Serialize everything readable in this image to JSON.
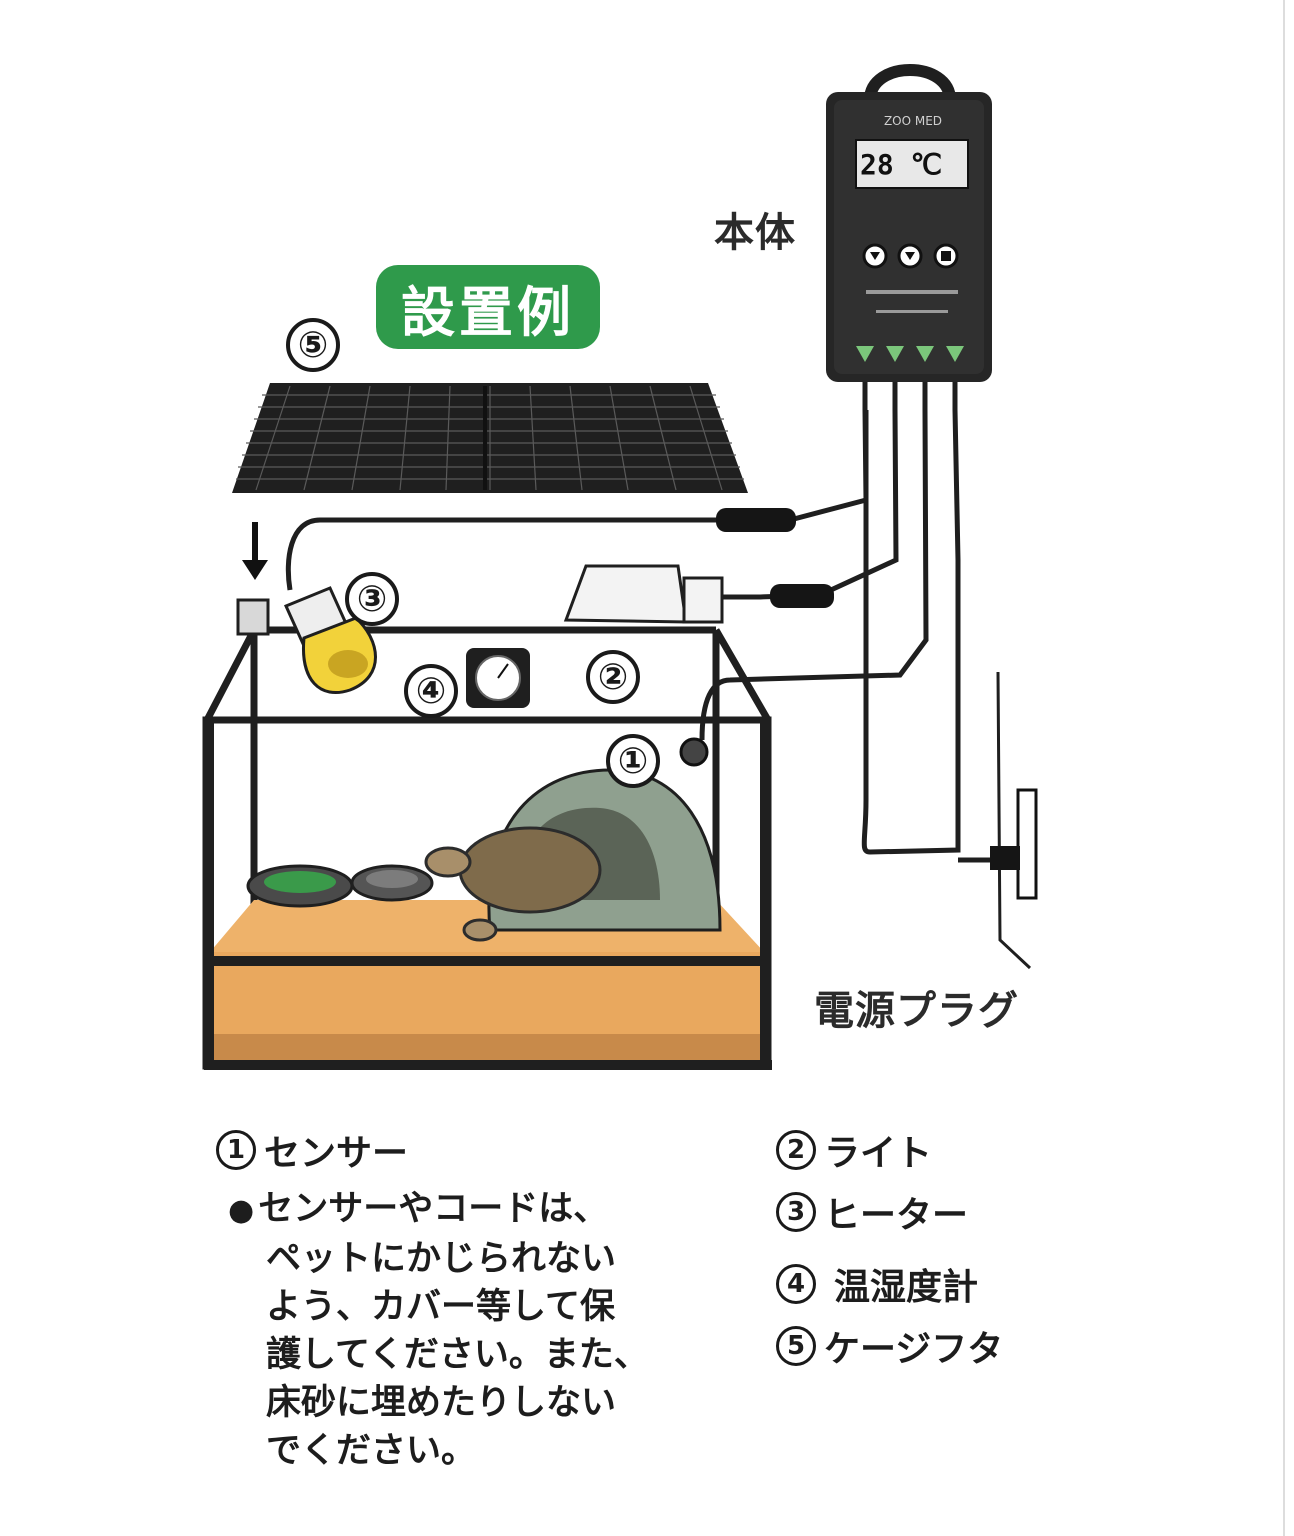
{
  "title_badge": "設置例",
  "unit_label": "本体",
  "plug_label": "電源プラグ",
  "controller": {
    "display": "28 ℃",
    "brand": "ZOO MED"
  },
  "callout_numbers": [
    "①",
    "②",
    "③",
    "④",
    "⑤"
  ],
  "legend": {
    "items": [
      {
        "num": "1",
        "text": "センサー"
      },
      {
        "num": "2",
        "text": "ライト"
      },
      {
        "num": "3",
        "text": "ヒーター"
      },
      {
        "num": "4",
        "text": "温湿度計"
      },
      {
        "num": "5",
        "text": "ケージフタ"
      }
    ],
    "note_bullet": "●",
    "note_lines": [
      "センサーやコードは、",
      "ペットにかじられない",
      "よう、カバー等して保",
      "護してください。また、",
      "床砂に埋めたりしない",
      "でください。"
    ]
  },
  "colors": {
    "badge": "#2f9a4b",
    "sand": "#e9a85e",
    "device": "#2a2a2a",
    "bulb": "#f2d23a"
  }
}
